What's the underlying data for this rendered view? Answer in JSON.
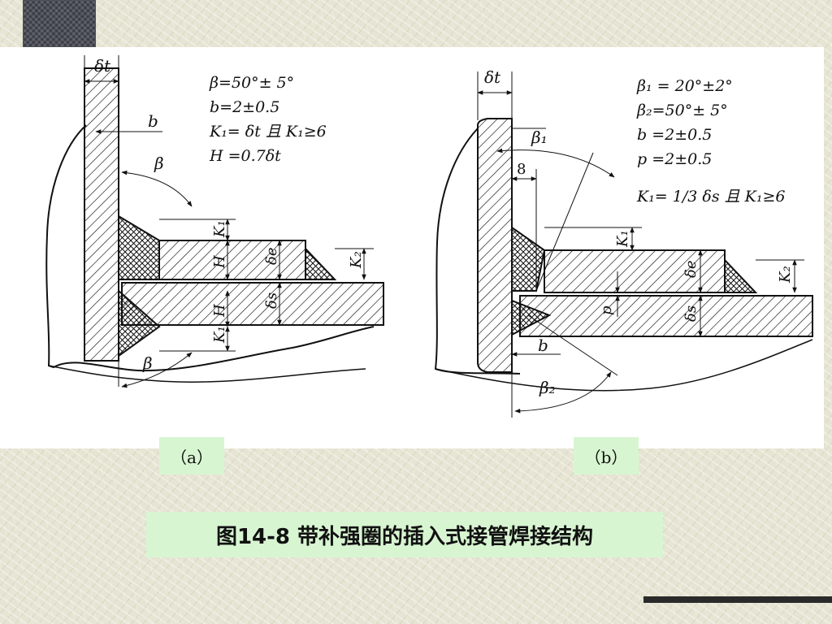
{
  "figure_a": {
    "sublabel": "（a）",
    "params": [
      "β=50°± 5°",
      "b=2±0.5",
      "K₁= δt 且 K₁≥6",
      "H =0.7δt"
    ],
    "dim_labels": {
      "delta_t": "δt",
      "b": "b",
      "beta": "β",
      "K1": "K₁",
      "H": "H",
      "delta_e": "δe",
      "delta_s": "δs",
      "K2": "K₂"
    }
  },
  "figure_b": {
    "sublabel": "（b）",
    "params": [
      "β₁ = 20°±2°",
      "β₂=50°± 5°",
      "b =2±0.5",
      "p =2±0.5",
      "K₁= 1/3 δs 且 K₁≥6"
    ],
    "dim_labels": {
      "delta_t": "δt",
      "beta1": "β₁",
      "eight": "8",
      "K1": "K₁",
      "delta_e": "δe",
      "p": "p",
      "delta_s": "δs",
      "K2": "K₂",
      "b": "b",
      "beta2": "β₂"
    }
  },
  "caption": "图14-8 带补强圈的插入式接管焊接结构"
}
